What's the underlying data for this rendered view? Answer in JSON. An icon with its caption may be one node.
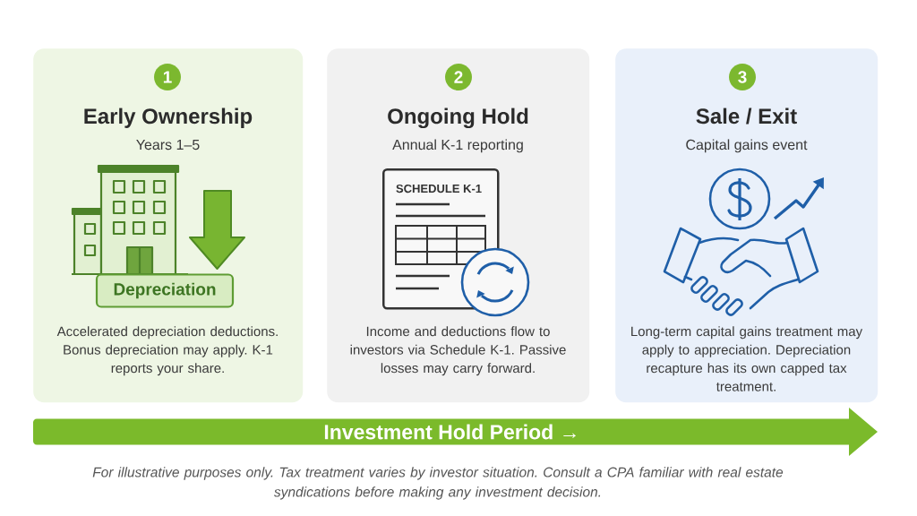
{
  "diagram": {
    "nodes": [
      {
        "text": [
          "Early Ownership",
          "Years 1–5",
          "Accelerated depreciation deductions. Bonus depreciation may apply. K-1 reports your share."
        ]
      },
      {
        "text": [
          "1"
        ],
        "in": 0
      },
      {
        "text": [
          "Depreciation"
        ],
        "in": 0
      },
      {
        "text": [
          "Ongoing Hold",
          "Annual K-1 reporting",
          "Income and deductions flow to investors via Schedule K-1. Passive losses may carry forward."
        ]
      },
      {
        "text": [
          "2"
        ],
        "in": 3
      },
      {
        "text": [
          "SCHEDULE K-1"
        ],
        "in": 3
      },
      {
        "text": [
          "Sale / Exit",
          "Capital gains event",
          "Long-term capital gains treatment may apply to appreciation. Depreciation recapture has its own capped tax treatment."
        ]
      },
      {
        "text": [
          "3"
        ],
        "in": 6
      },
      {
        "text": [
          "Investment Hold Period →"
        ]
      }
    ],
    "caption": "For illustrative purposes only. Tax treatment varies by investor situation. Consult a CPA familiar with real estate syndications before making any investment decision."
  }
}
